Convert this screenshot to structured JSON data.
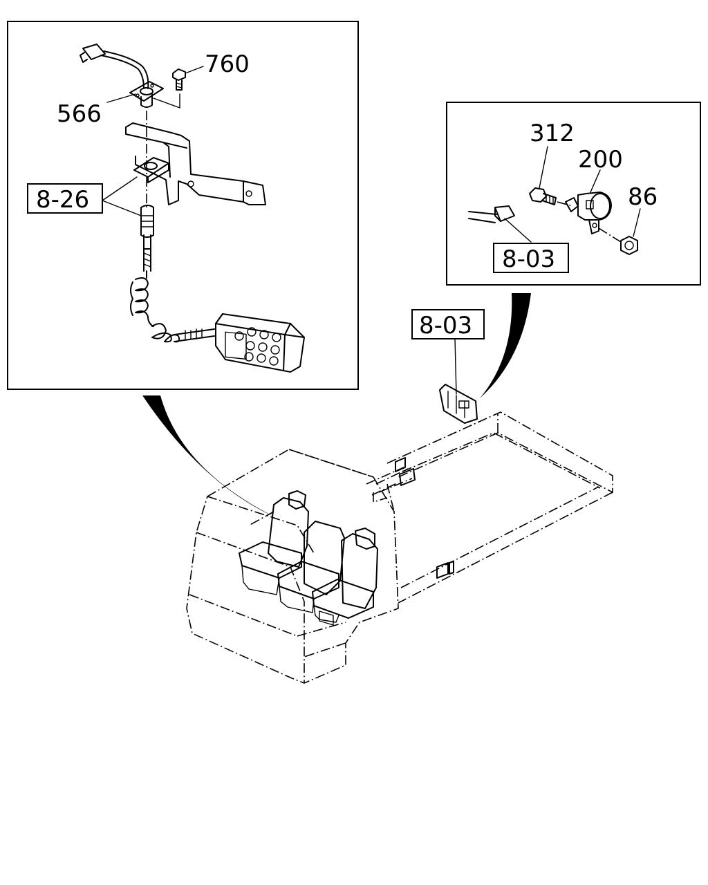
{
  "callouts": {
    "part_760": "760",
    "part_566": "566",
    "ref_8_26": "8-26",
    "part_312": "312",
    "part_200": "200",
    "part_86": "86",
    "ref_8_03_inset": "8-03",
    "ref_8_03_main": "8-03"
  },
  "icons": [
    "connector-icon",
    "remote-control-icon",
    "bolt-icon",
    "nut-icon",
    "switch-icon",
    "seat-icon"
  ]
}
